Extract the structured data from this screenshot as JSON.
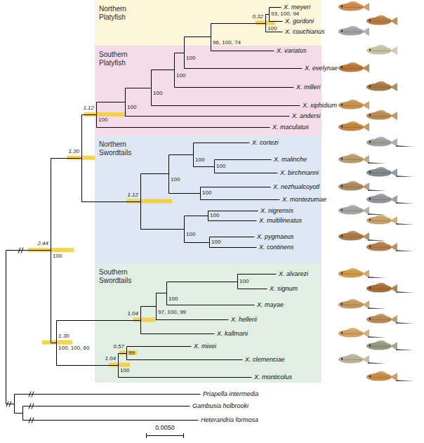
{
  "diagram": {
    "nodes": [
      {
        "text": [
          "Northern Platyfish"
        ]
      },
      {
        "text": [
          "Southern Platyfish"
        ]
      },
      {
        "text": [
          "Northern Swordtails"
        ]
      },
      {
        "text": [
          "Southern Swordtails"
        ]
      }
    ],
    "labels": [
      "X. meyeri",
      "93, 100, 94",
      "0.32",
      "X. gordoni",
      "100",
      "X. couchianus",
      "96, 100, 74",
      "X. variatus",
      "100",
      "X. evelynae",
      "100",
      "X. milleri",
      "100",
      "X. xiphidium",
      "100",
      "1.12",
      "X. andersi",
      "100",
      "X. maculatus",
      "1.30",
      "X. cortezi",
      "100",
      "X. malinche",
      "100",
      "X. birchmanni",
      "100",
      "X. nezhualcoyotl",
      "100",
      "X. montezumae",
      "1.12",
      "2.44",
      "X. nigrensis",
      "100",
      "X. multilineatus",
      "100",
      "X. pygmaeus",
      "100",
      "X. continens",
      "100",
      "X. alvarezi",
      "100",
      "X. signum",
      "100",
      "X. mayae",
      "97, 100, 99",
      "1.04",
      "X. hellerii",
      "X. kallmani",
      "1.30",
      "0.57",
      "X. mixei",
      "100, 100, 60",
      "99",
      "X. clemenciae",
      "1.04",
      "100",
      "X. monticolus",
      "Priapella intermedia",
      "Gambusia holbrooki",
      "Heterandria formosa",
      "0.0050"
    ]
  }
}
